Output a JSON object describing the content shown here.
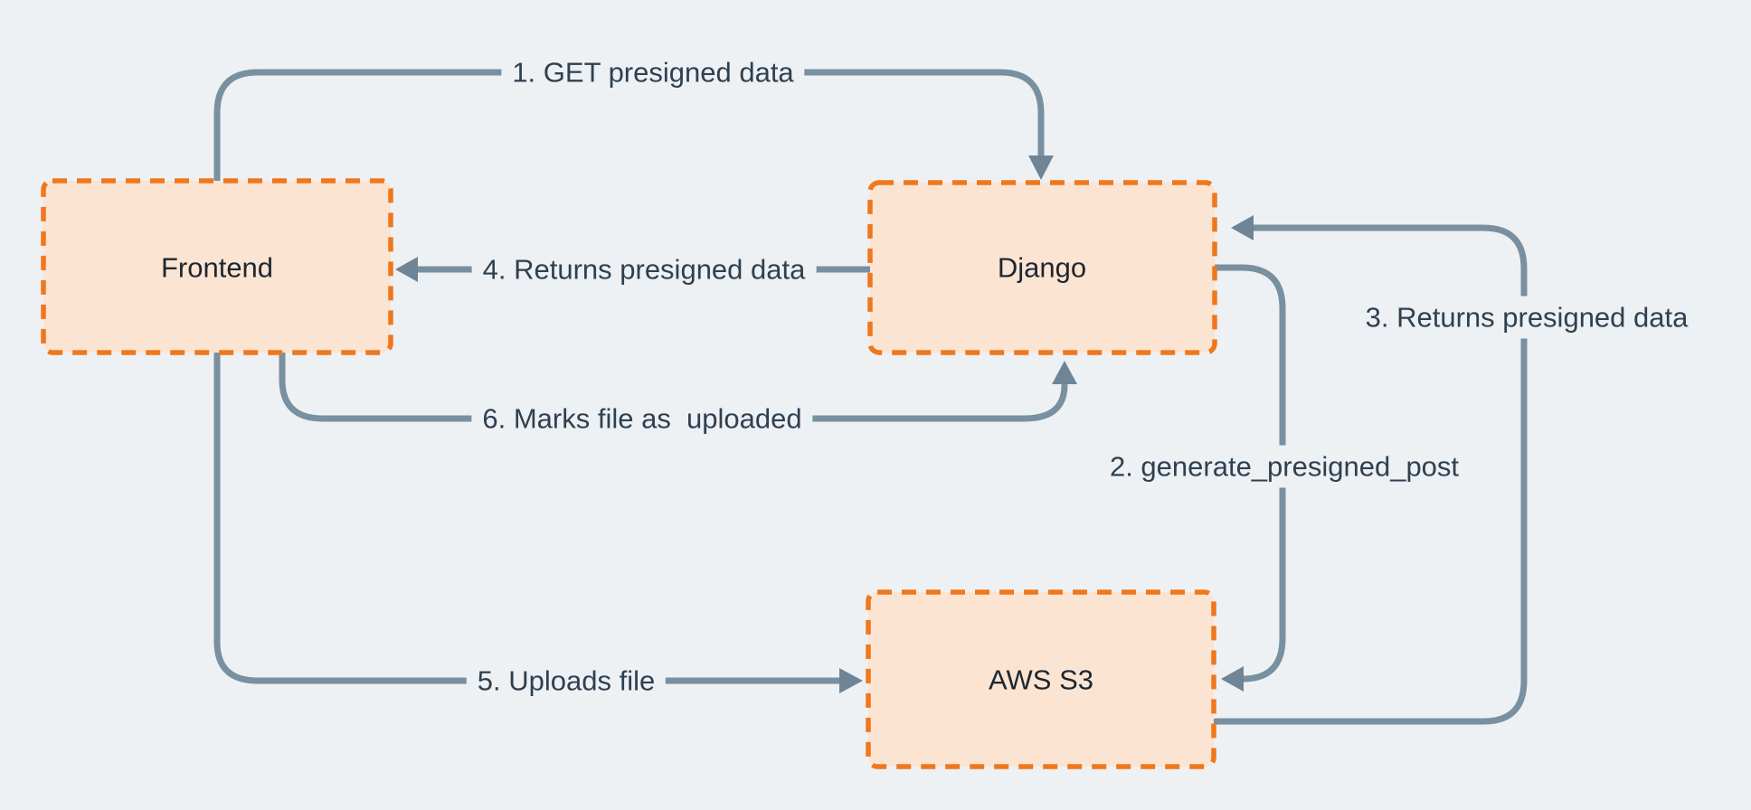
{
  "diagram": {
    "nodes": [
      {
        "id": "frontend",
        "label": "Frontend"
      },
      {
        "id": "django",
        "label": "Django"
      },
      {
        "id": "aws-s3",
        "label": "AWS S3"
      }
    ],
    "edges": [
      {
        "id": "1",
        "label": "1. GET presigned data",
        "from": "frontend",
        "to": "django"
      },
      {
        "id": "2",
        "label": "2. generate_presigned_post",
        "from": "django",
        "to": "aws-s3"
      },
      {
        "id": "3",
        "label": "3. Returns presigned data",
        "from": "aws-s3",
        "to": "django"
      },
      {
        "id": "4",
        "label": "4. Returns presigned data",
        "from": "django",
        "to": "frontend"
      },
      {
        "id": "5",
        "label": "5. Uploads file",
        "from": "frontend",
        "to": "aws-s3"
      },
      {
        "id": "6",
        "label": "6. Marks file as  uploaded",
        "from": "frontend",
        "to": "django"
      }
    ]
  },
  "colors": {
    "bg": "#edf1f4",
    "node-fill": "#fce4d3",
    "node-border": "#f0771c",
    "line": "#78909f",
    "head": "#6f8596",
    "label-text": "#2f4050",
    "node-text": "#1d2730"
  }
}
